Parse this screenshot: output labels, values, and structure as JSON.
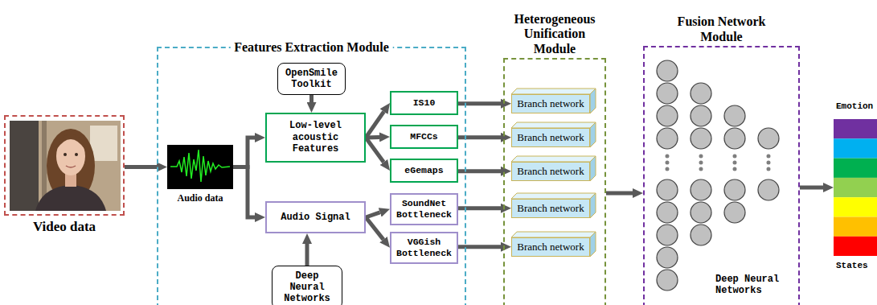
{
  "diagram": {
    "nodes": [
      {
        "text": [
          "Video data"
        ]
      },
      {
        "text": [
          "Features Extraction Module"
        ]
      },
      {
        "text": [
          "Audio data"
        ],
        "in": 1
      },
      {
        "text": [
          "OpenSmile Toolkit"
        ],
        "in": 1
      },
      {
        "text": [
          "Low-level acoustic Features"
        ],
        "in": 1
      },
      {
        "text": [
          "IS10"
        ],
        "in": 1
      },
      {
        "text": [
          "MFCCs"
        ],
        "in": 1
      },
      {
        "text": [
          "eGemaps"
        ],
        "in": 1
      },
      {
        "text": [
          "Audio Signal"
        ],
        "in": 1
      },
      {
        "text": [
          "SoundNet Bottleneck"
        ],
        "in": 1
      },
      {
        "text": [
          "VGGish Bottleneck"
        ],
        "in": 1
      },
      {
        "text": [
          "Deep Neural Networks"
        ],
        "in": 1
      },
      {
        "text": [
          "Heterogeneous Unification Module"
        ]
      },
      {
        "text": [
          "Branch network"
        ],
        "in": 12
      },
      {
        "text": [
          "Branch network"
        ],
        "in": 12
      },
      {
        "text": [
          "Branch network"
        ],
        "in": 12
      },
      {
        "text": [
          "Branch network"
        ],
        "in": 12
      },
      {
        "text": [
          "Branch network"
        ],
        "in": 12
      },
      {
        "text": [
          "Fusion Network Module",
          "Deep Neural Networks"
        ]
      },
      {
        "text": [
          "Emotion",
          "States"
        ]
      }
    ],
    "edges": [
      {
        "from": 0,
        "to": 2,
        "arrow": "to"
      },
      {
        "from": 2,
        "to": 4,
        "arrow": "to"
      },
      {
        "from": 2,
        "to": 8,
        "arrow": "to"
      },
      {
        "from": 3,
        "to": 4,
        "arrow": "to"
      },
      {
        "from": 4,
        "to": 5,
        "arrow": "to"
      },
      {
        "from": 4,
        "to": 6,
        "arrow": "to"
      },
      {
        "from": 4,
        "to": 7,
        "arrow": "to"
      },
      {
        "from": 11,
        "to": 8,
        "arrow": "to"
      },
      {
        "from": 8,
        "to": 9,
        "arrow": "to"
      },
      {
        "from": 8,
        "to": 10,
        "arrow": "to"
      },
      {
        "from": 5,
        "to": 13,
        "arrow": "to"
      },
      {
        "from": 6,
        "to": 14,
        "arrow": "to"
      },
      {
        "from": 7,
        "to": 15,
        "arrow": "to"
      },
      {
        "from": 9,
        "to": 16,
        "arrow": "to"
      },
      {
        "from": 10,
        "to": 17,
        "arrow": "to"
      },
      {
        "from": 12,
        "to": 18,
        "arrow": "to"
      },
      {
        "from": 18,
        "to": 19,
        "arrow": "to"
      }
    ]
  }
}
